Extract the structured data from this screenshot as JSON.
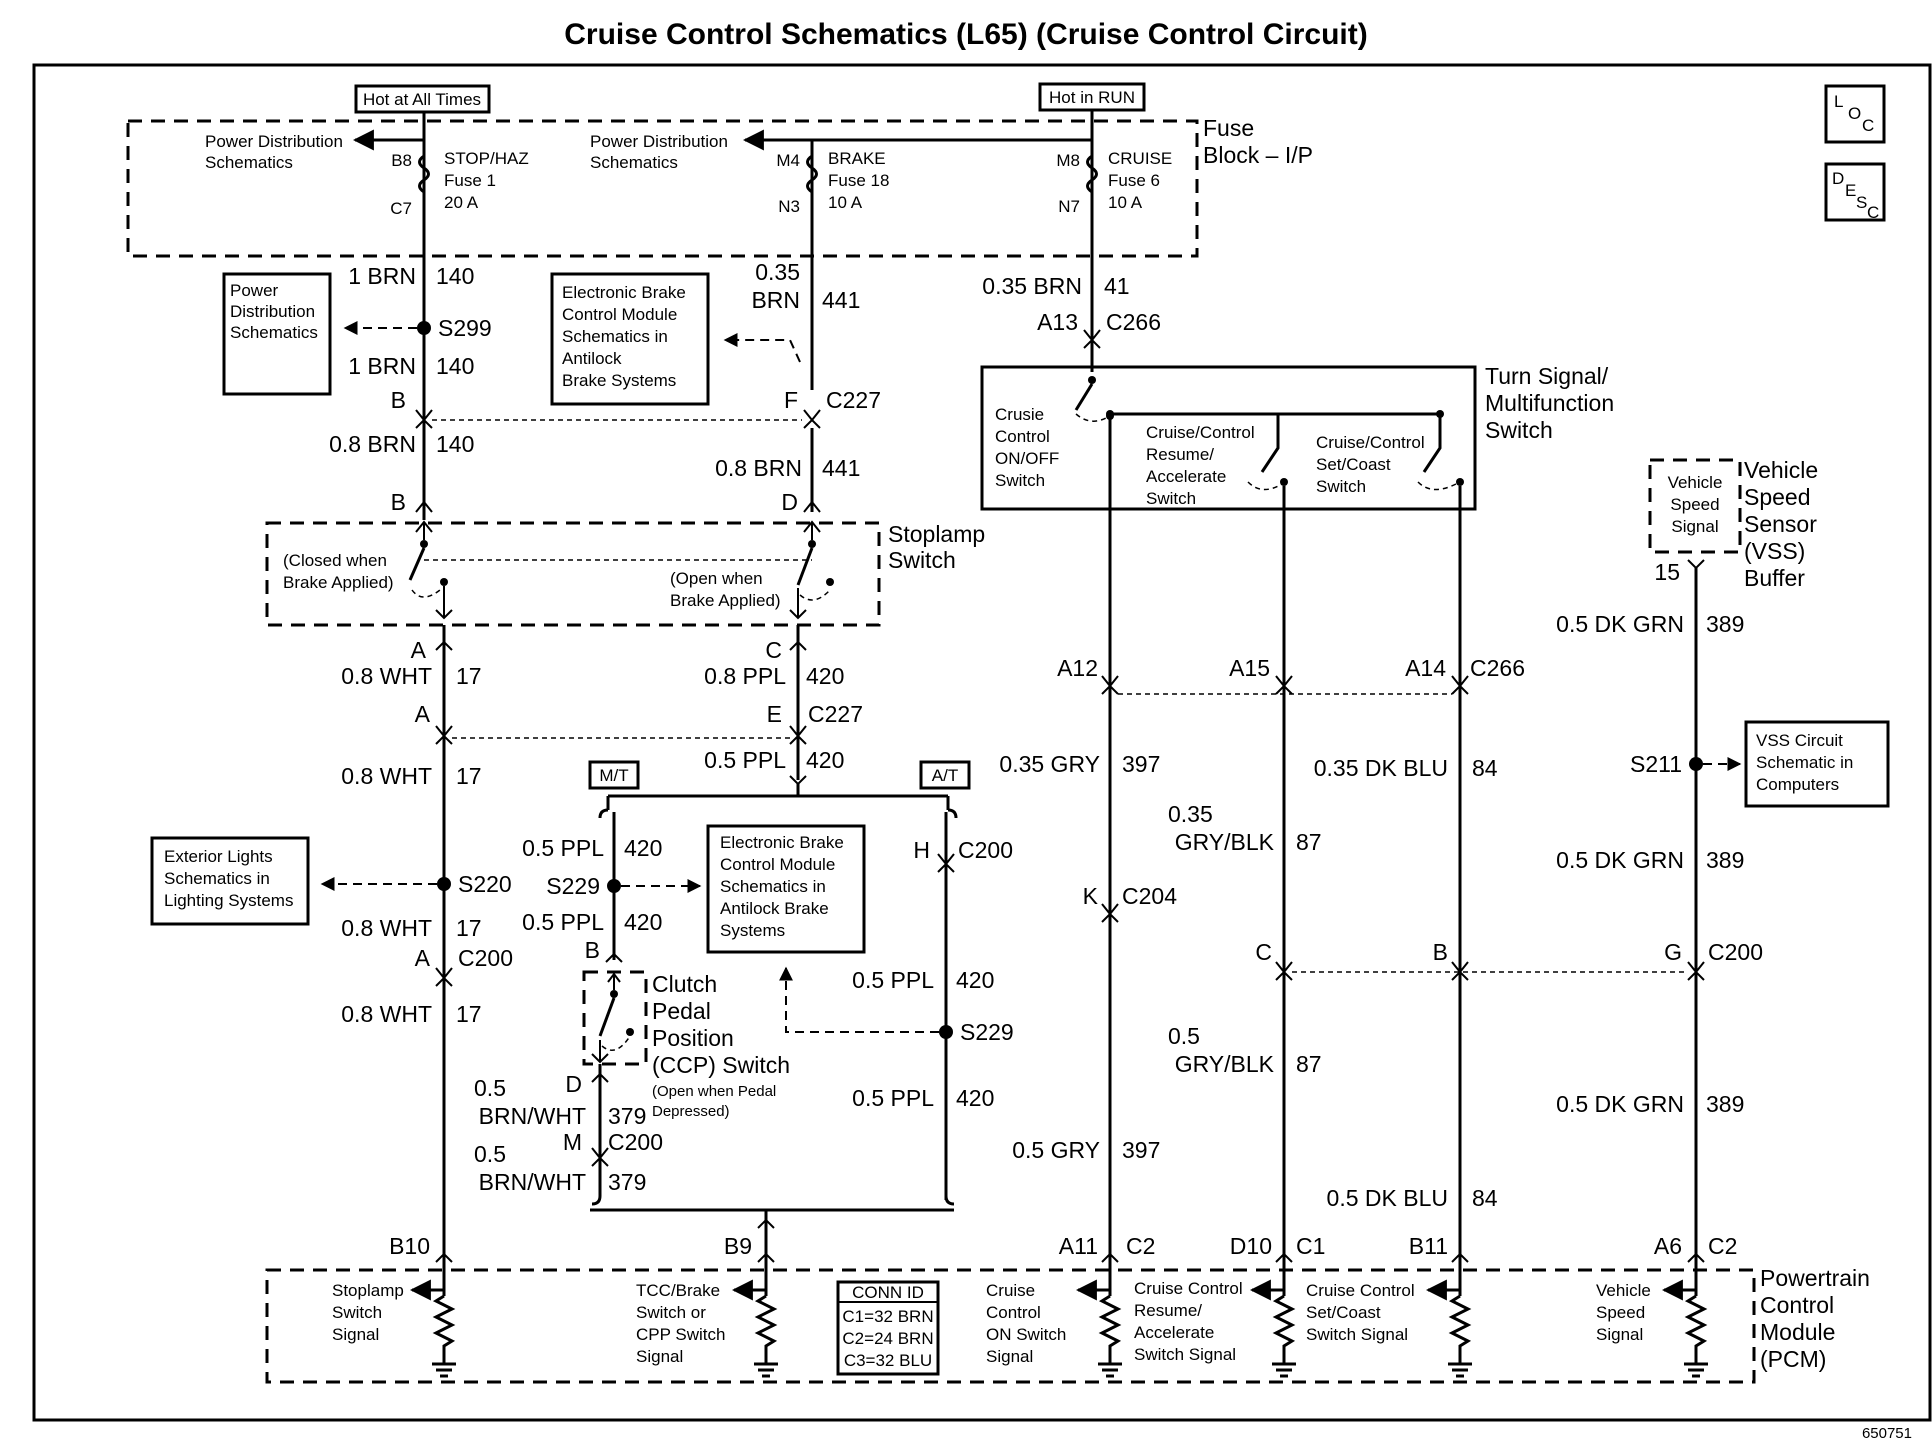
{
  "title": "Cruise Control Schematics (L65) (Cruise Control Circuit)",
  "drawing_number": "650751",
  "icons": [
    "loc-icon",
    "desc-icon"
  ],
  "power": {
    "hot_all": "Hot at All Times",
    "hot_run": "Hot in RUN"
  },
  "fuse_block": {
    "name1": "Fuse",
    "name2": "Block – I/P",
    "pd1": [
      "Power Distribution",
      "Schematics"
    ],
    "pd2": [
      "Power Distribution",
      "Schematics"
    ],
    "f1": {
      "in": "B8",
      "out": "C7",
      "l1": "STOP/HAZ",
      "l2": "Fuse 1",
      "l3": "20 A"
    },
    "f2": {
      "in": "M4",
      "out": "N3",
      "l1": "BRAKE",
      "l2": "Fuse 18",
      "l3": "10 A"
    },
    "f3": {
      "in": "M8",
      "out": "N7",
      "l1": "CRUISE",
      "l2": "Fuse 6",
      "l3": "10 A"
    }
  },
  "boxes": {
    "pd": [
      "Power",
      "Distribution",
      "Schematics"
    ],
    "ebcm1": [
      "Electronic Brake",
      "Control Module",
      "Schematics in",
      "Antilock",
      "Brake Systems"
    ],
    "ext": [
      "Exterior Lights",
      "Schematics in",
      "Lighting Systems"
    ],
    "ebcm2": [
      "Electronic Brake",
      "Control Module",
      "Schematics in",
      "Antilock Brake",
      "Systems"
    ],
    "vss": [
      "VSS Circuit",
      "Schematic in",
      "Computers"
    ]
  },
  "wires": {
    "w1a": [
      "1 BRN",
      "140"
    ],
    "s299": "S299",
    "w1b": [
      "1 BRN",
      "140"
    ],
    "w2a": [
      "0.35",
      "BRN",
      "441"
    ],
    "c227": "C227",
    "pinF": "F",
    "pinB": "B",
    "w1c": [
      "0.8 BRN",
      "140"
    ],
    "w2b": [
      "0.8 BRN",
      "441"
    ],
    "pinB2": "B",
    "pinD": "D",
    "w3a": [
      "0.35 BRN",
      "41"
    ],
    "pinA13": "A13",
    "c266": "C266",
    "pinA": "A",
    "w17a": [
      "0.8 WHT",
      "17"
    ],
    "pinA2": "A",
    "pinC": "C",
    "w420a": [
      "0.8 PPL",
      "420"
    ],
    "pinE": "E",
    "c227b": "C227",
    "w17b": [
      "0.8 WHT",
      "17"
    ],
    "w420b": [
      "0.5 PPL",
      "420"
    ],
    "mt": "M/T",
    "at": "A/T",
    "w420c": [
      "0.5 PPL",
      "420"
    ],
    "s229a": "S229",
    "w420d": [
      "0.5 PPL",
      "420"
    ],
    "pinB3": "B",
    "s220": "S220",
    "w17c": [
      "0.8 WHT",
      "17"
    ],
    "pinA3": "A",
    "c200a": "C200",
    "w17d": [
      "0.8 WHT",
      "17"
    ],
    "pinH": "H",
    "c200b": "C200",
    "w420e": [
      "0.5 PPL",
      "420"
    ],
    "s229b": "S229",
    "w420f": [
      "0.5 PPL",
      "420"
    ],
    "pinD2": "D",
    "w379a": [
      "0.5",
      "BRN/WHT",
      "379"
    ],
    "pinM": "M",
    "c200c": "C200",
    "w379b": [
      "0.5",
      "BRN/WHT",
      "379"
    ],
    "pinA12": "A12",
    "pinA15": "A15",
    "pinA14": "A14",
    "c266b": "C266",
    "w397a": [
      "0.35 GRY",
      "397"
    ],
    "w87a": [
      "0.35",
      "GRY/BLK",
      "87"
    ],
    "w84a": [
      "0.35 DK BLU",
      "84"
    ],
    "pinK": "K",
    "c204": "C204",
    "pinC2": "C",
    "pinB4": "B",
    "pinG": "G",
    "c200d": "C200",
    "w87b": [
      "0.5",
      "GRY/BLK",
      "87"
    ],
    "w397b": [
      "0.5 GRY",
      "397"
    ],
    "w84b": [
      "0.5 DK BLU",
      "84"
    ],
    "vss_pin": "15",
    "w389a": [
      "0.5 DK GRN",
      "389"
    ],
    "s211": "S211",
    "w389b": [
      "0.5 DK GRN",
      "389"
    ],
    "w389c": [
      "0.5 DK GRN",
      "389"
    ]
  },
  "switches": {
    "stoplamp": [
      "Stoplamp",
      "Switch"
    ],
    "closed": [
      "(Closed when",
      "Brake Applied)"
    ],
    "open": [
      "(Open when",
      "Brake Applied)"
    ],
    "turn": [
      "Turn Signal/",
      "Multifunction",
      "Switch"
    ],
    "onoff": [
      "Crusie",
      "Control",
      "ON/OFF",
      "Switch"
    ],
    "resume": [
      "Cruise/Control",
      "Resume/",
      "Accelerate",
      "Switch"
    ],
    "setcoast": [
      "Cruise/Control",
      "Set/Coast",
      "Switch"
    ],
    "ccp": [
      "Clutch",
      "Pedal",
      "Position",
      "(CCP) Switch"
    ],
    "ccp_note": [
      "(Open when Pedal",
      "Depressed)"
    ]
  },
  "vss_buffer": {
    "inner": [
      "Vehicle",
      "Speed",
      "Signal"
    ],
    "name": [
      "Vehicle",
      "Speed",
      "Sensor",
      "(VSS)",
      "Buffer"
    ]
  },
  "pcm": {
    "name": [
      "Powertrain",
      "Control",
      "Module",
      "(PCM)"
    ],
    "pins": {
      "b10": "B10",
      "b9": "B9",
      "a11": "A11",
      "c2a": "C2",
      "d10": "D10",
      "c1": "C1",
      "b11": "B11",
      "a6": "A6",
      "c2b": "C2"
    },
    "sig1": [
      "Stoplamp",
      "Switch",
      "Signal"
    ],
    "sig2": [
      "TCC/Brake",
      "Switch or",
      "CPP Switch",
      "Signal"
    ],
    "sig3": [
      "Cruise",
      "Control",
      "ON Switch",
      "Signal"
    ],
    "sig4": [
      "Cruise Control",
      "Resume/",
      "Accelerate",
      "Switch Signal"
    ],
    "sig5": [
      "Cruise Control",
      "Set/Coast",
      "Switch Signal"
    ],
    "sig6": [
      "Vehicle",
      "Speed",
      "Signal"
    ],
    "conn": [
      "CONN ID",
      "C1=32 BRN",
      "C2=24 BRN",
      "C3=32 BLU"
    ]
  }
}
